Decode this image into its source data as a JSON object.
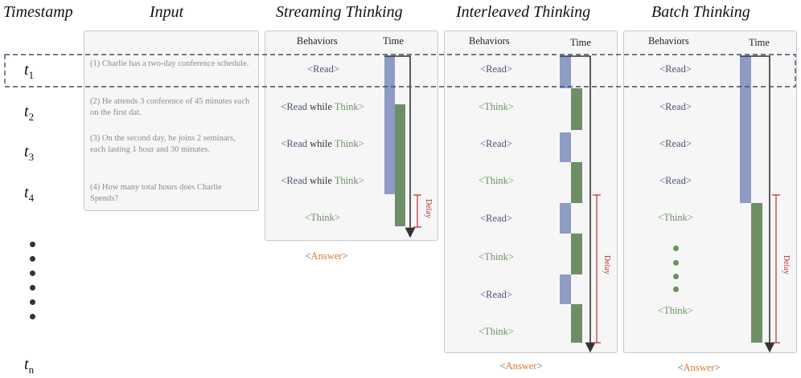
{
  "headers": {
    "timestamp": "Timestamp",
    "input": "Input",
    "streaming": "Streaming Thinking",
    "interleaved": "Interleaved Thinking",
    "batch": "Batch Thinking"
  },
  "timestamps": {
    "t1": "1",
    "t2": "2",
    "t3": "3",
    "t4": "4",
    "tn": "n",
    "t_letter": "t"
  },
  "input": {
    "items": [
      "(1) Charlie has a two-day conference schedule.",
      "(2) He attends 3 conference of 45 minutes each on the first dat.",
      "(3) On the second day, he joins 2 seminars, each lasting 1 hour and 30 minutes.",
      "(4) How many total hours does Charlie Spends?"
    ]
  },
  "columns": {
    "behaviors": "Behaviors",
    "time": "Time"
  },
  "labels": {
    "read": "<Read>",
    "think": "<Think>",
    "read_open": "<Read",
    "while": "while",
    "think_close": "Think>",
    "answer_open": "<",
    "answer_word": "Answer",
    "answer_close": ">",
    "delay": "Delay"
  },
  "colors": {
    "read_bar": "#8e9cc4",
    "think_bar": "#6e8f66",
    "delay": "#c03030",
    "answer": "#e07828",
    "highlight": "#3c4f6e"
  }
}
